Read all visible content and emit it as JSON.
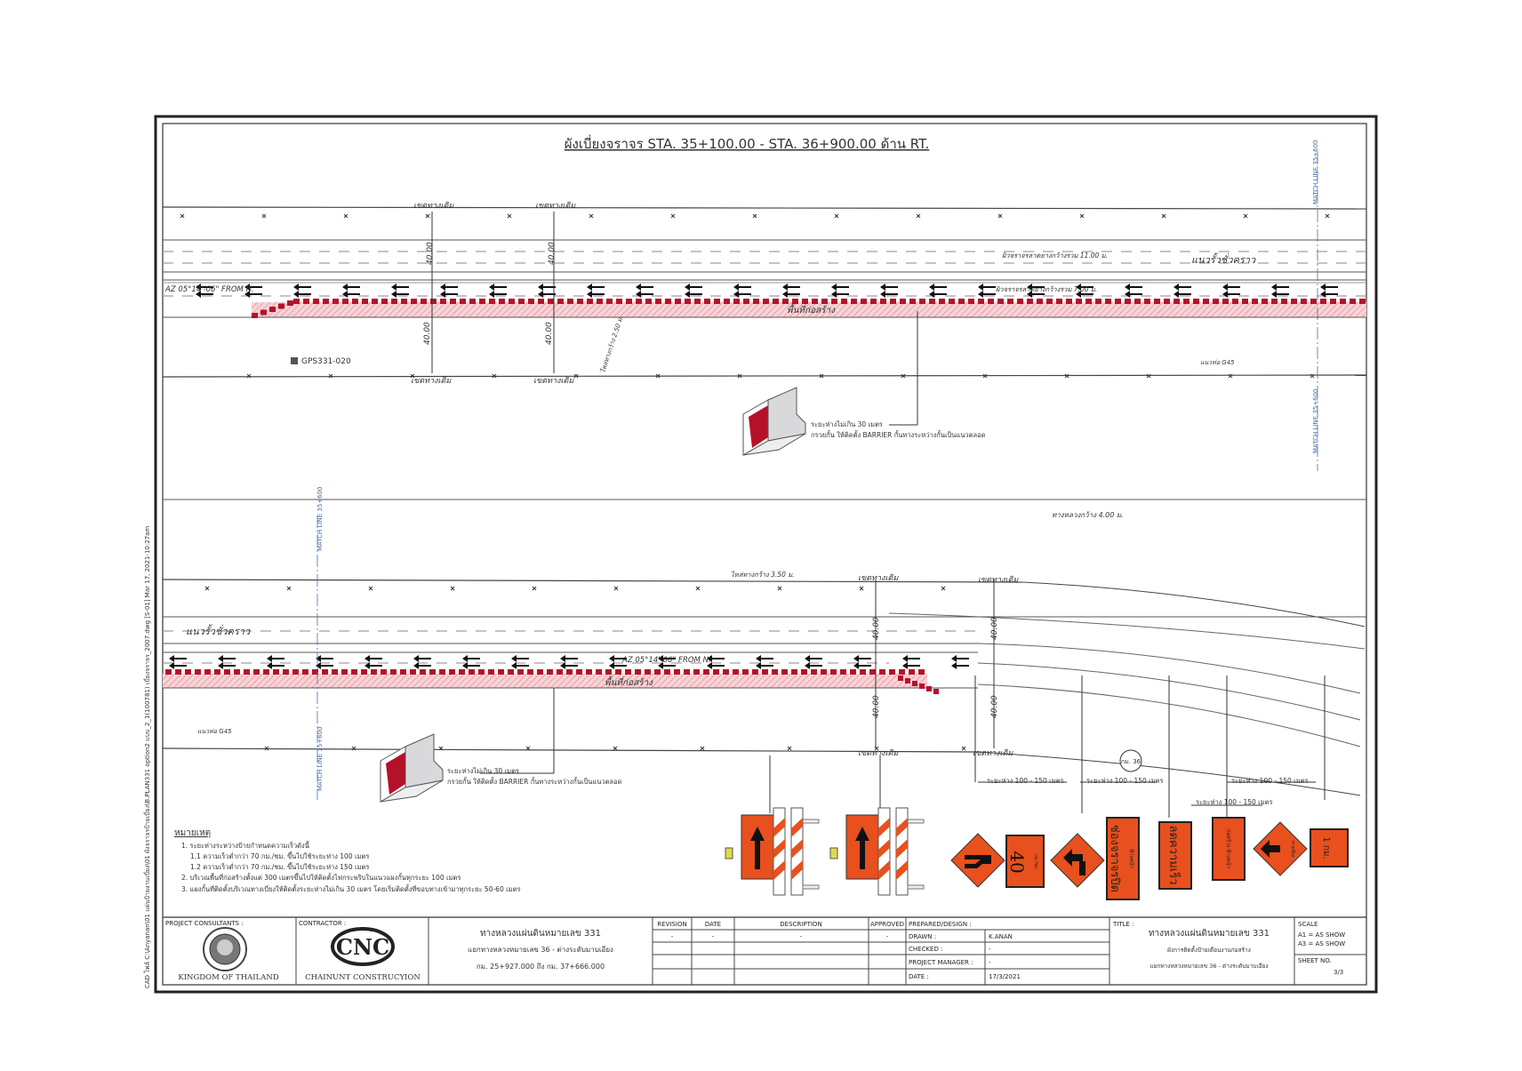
{
  "drawing": {
    "title": "ผังเบี่ยงจราจร STA. 35+100.00 - STA. 36+900.00 ด้าน RT.",
    "margin_path": "CAD ไฟล์ C:\\Anyanan\\01 แผ่นป้ายงานเบี่ยง\\01 ผังจราจรป้ายเบี่ยง\\B.PLAN331 option2 แบบ_2_1(100781) เบี่ยงจราจร_2007.dwg [S-01]   Mar 17, 2021-10:27am",
    "labels": {
      "row_old": "เขตทางเดิม",
      "dim": "40.00",
      "gps": "GPS331-020",
      "azimuth": "AZ 05°14'-06\" FROM N.",
      "pavement": "ผิวจราจรลาดยางกว้างรวม 11.00 ม.",
      "pavement2": "ผิวจราจรลาดยางกว้างรวม 7.00 ม.",
      "fence": "แนวรั้วชั่วคราว",
      "work_zone": "พื้นที่ก่อสร้าง",
      "shoulder": "ไหล่ทางกว้าง 2.50 ม.",
      "shoulder_b": "ไหล่ทางกว้าง 3.50 ม.",
      "median": "ทางหลวงกว้าง 4.00 ม.",
      "gutter": "แนวท่อ G45",
      "match_a": "MATCH LINE 35+600",
      "match_b": "MATCH LINE 35+600",
      "spacing": "ระยะห่าง 100 - 150 เมตร",
      "km_post": "กม. 36",
      "barrier_spacing": "ระยะห่างไม่เกิน 30 เมตร",
      "barrier_note": "กรวยกั้น ให้ติดตั้ง BARRIER กั้นทางระหว่างกั้นเป็นแนวตลอด"
    },
    "signs": {
      "speed": "40",
      "speed_unit": "กม./ชม.",
      "lane_closed": "ช่องจราจรปิด",
      "lane_closed_sub": "ข้างหน้า",
      "slow_down": "ลดความเร็ว",
      "construction": "ก่อสร้าง ข้างหน้า",
      "detour": "ทางเบี่ยง",
      "distance": "1 กม."
    }
  },
  "notes": {
    "heading": "หมายเหตุ",
    "items": [
      "1.  ระยะห่างระหว่างป้ายกำหนดความเร็วดังนี้",
      "1.1  ความเร็วต่ำกว่า 70 กม./ชม. ขึ้นไปใช้ระยะห่าง 100 เมตร",
      "1.2  ความเร็วต่ำกว่า 70 กม./ชม. ขึ้นไปใช้ระยะห่าง 150 เมตร",
      "2.  บริเวณพื้นที่ก่อสร้างตั้งแต่ 300 เมตรขึ้นไปให้ติดตั้งไฟกระพริบในแนวแผงกั้นทุกระยะ 100 เมตร",
      "3.  แผงกั้นที่ติดตั้งบริเวณทางเบี่ยงให้ติดตั้งระยะห่างไม่เกิน 30 เมตร โดยเริ่มติดตั้งที่ขอบทางเข้ามาทุกระยะ 50-60 เมตร"
    ]
  },
  "title_block": {
    "consultants_label": "PROJECT CONSULTANTS :",
    "consultant_name": "KINGDOM OF THAILAND",
    "contractor_label": "CONTRACTOR :",
    "contractor_logo": "CNC",
    "contractor_name": "CHAINUNT CONSTRUCYION",
    "project_line1": "ทางหลวงแผ่นดินหมายเลข 331",
    "project_line2": "แยกทางหลวงหมายเลข 36 - ต่างระดับมาบเอียง",
    "project_line3": "กม. 25+927.000 ถึง กม. 37+666.000",
    "rev_headers": [
      "REVISION",
      "DATE",
      "DESCRIPTION",
      "APPROVED"
    ],
    "rev_row": [
      "-",
      "-",
      "-",
      "-"
    ],
    "prepared_label": "PREPARED/DESIGN :",
    "drawn_label": "DRAWN :",
    "drawn_value": "K.ANAN",
    "checked_label": "CHECKED :",
    "checked_value": "-",
    "pm_label": "PROJECT MANAGER :",
    "pm_value": "-",
    "date_label": "DATE :",
    "date_value": "17/3/2021",
    "title_label": "TITLE :",
    "title_line1": "ทางหลวงแผ่นดินหมายเลข 331",
    "title_line2": "ผังการติดตั้งป้ายเตือนงานก่อสร้าง",
    "title_line3": "แยกทางหลวงหมายเลข 36 - ต่างระดับมาบเอียง",
    "scale_label": "SCALE",
    "scale_a1": "A1 = AS SHOW",
    "scale_a3": "A3 = AS SHOW",
    "sheet_label": "SHEET NO.",
    "sheet_value": "3/3"
  },
  "colors": {
    "sign": "#e8501e",
    "barrier": "#b5122a",
    "hatch": "#f4c7cc",
    "line": "#444444"
  }
}
